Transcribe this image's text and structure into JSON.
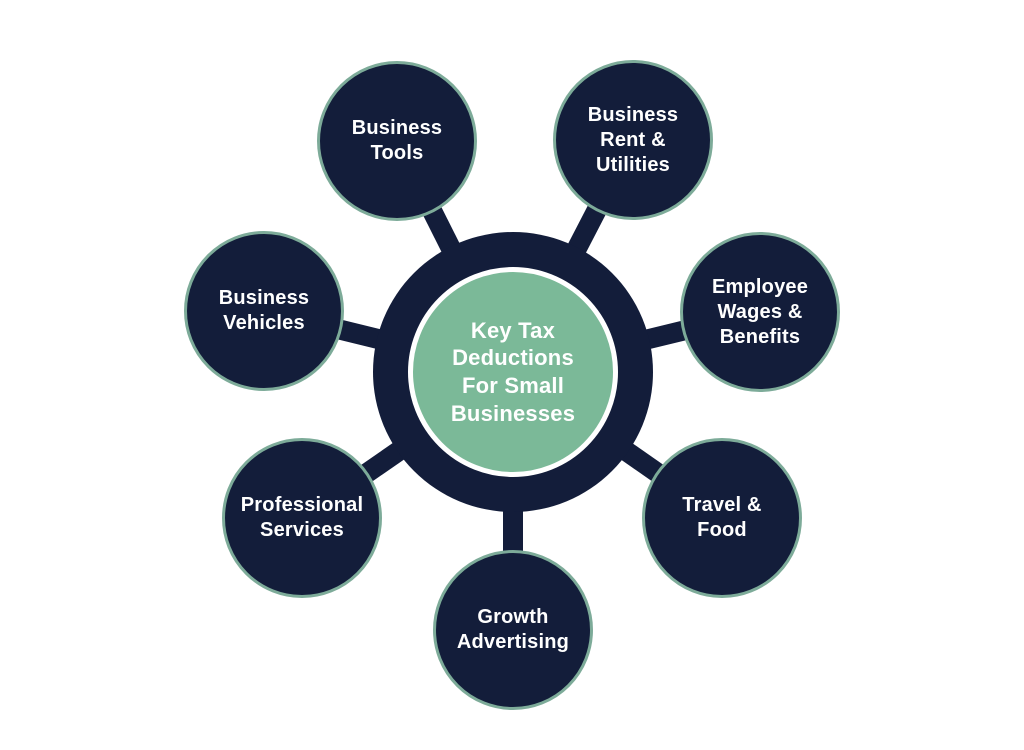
{
  "diagram": {
    "title": "Key Tax Deductions For Small Businesses",
    "center": {
      "label": "Key Tax\nDeductions\nFor Small\nBusinesses"
    },
    "nodes": [
      {
        "id": "business-tools",
        "label": "Business\nTools"
      },
      {
        "id": "business-rent-utilities",
        "label": "Business\nRent &\nUtilities"
      },
      {
        "id": "employee-wages-benefits",
        "label": "Employee\nWages &\nBenefits"
      },
      {
        "id": "travel-food",
        "label": "Travel &\nFood"
      },
      {
        "id": "growth-advertising",
        "label": "Growth\nAdvertising"
      },
      {
        "id": "professional-services",
        "label": "Professional\nServices"
      },
      {
        "id": "business-vehicles",
        "label": "Business\nVehicles"
      }
    ],
    "colors": {
      "navy": "#131d3a",
      "hub_green": "#7bb998",
      "hub_ring": "#ffffff",
      "node_border": "#7dab99",
      "text": "#ffffff",
      "background": "#ffffff"
    }
  }
}
